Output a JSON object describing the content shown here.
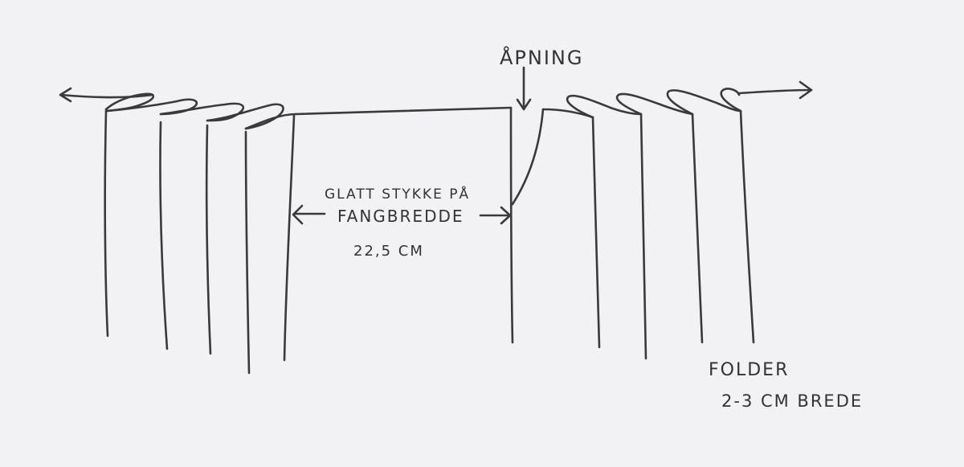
{
  "labels": {
    "opening": "ÅPNING",
    "flat_line1": "GLATT STYKKE PÅ",
    "flat_line2": "FANGBREDDE",
    "flat_measure": "22,5 CM",
    "folds_line1": "FOLDER",
    "folds_line2": "2-3 CM BREDE"
  }
}
